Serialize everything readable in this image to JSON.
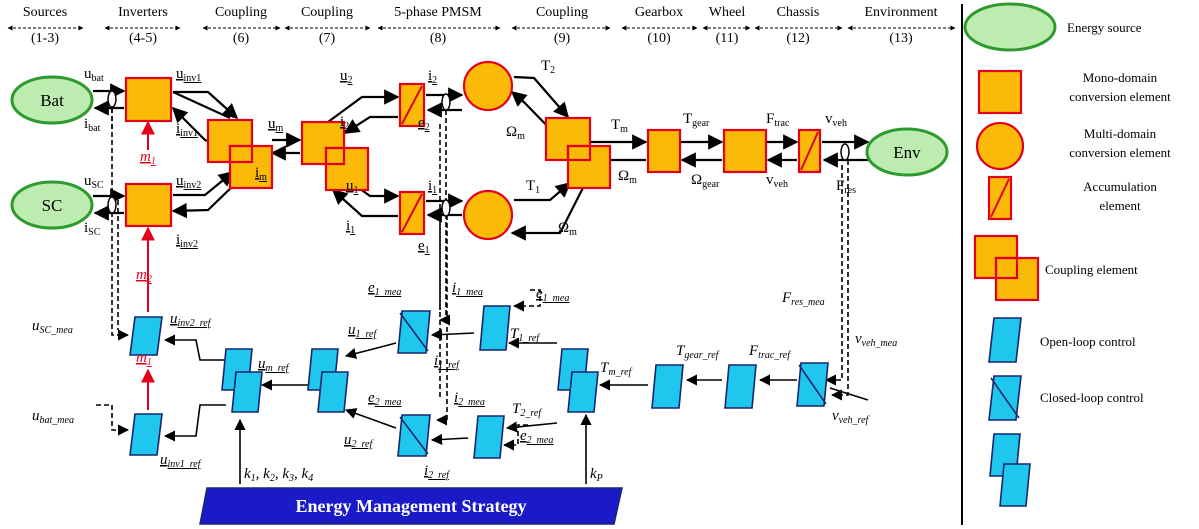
{
  "headers": [
    {
      "name": "Sources",
      "num": "(1-3)"
    },
    {
      "name": "Inverters",
      "num": "(4-5)"
    },
    {
      "name": "Coupling",
      "num": "(6)"
    },
    {
      "name": "Coupling",
      "num": "(7)"
    },
    {
      "name": "5-phase PMSM",
      "num": "(8)"
    },
    {
      "name": "Coupling",
      "num": "(9)"
    },
    {
      "name": "Gearbox",
      "num": "(10)"
    },
    {
      "name": "Wheel",
      "num": "(11)"
    },
    {
      "name": "Chassis",
      "num": "(12)"
    },
    {
      "name": "Environment",
      "num": "(13)"
    }
  ],
  "sources": {
    "bat": "Bat",
    "sc": "SC",
    "env": "Env"
  },
  "ems_label": "Energy Management Strategy",
  "legend": {
    "energy_source": "Energy source",
    "mono_1": "Mono-domain",
    "mono_2": "conversion element",
    "multi_1": "Multi-domain",
    "multi_2": "conversion element",
    "accum_1": "Accumulation",
    "accum_2": "element",
    "coupling": "Coupling element",
    "open_loop": "Open-loop control",
    "closed_loop": "Closed-loop control"
  },
  "labels": {
    "u_bat": "u",
    "u_bat_sub": "bat",
    "i_bat": "i",
    "i_bat_sub": "bat",
    "u_sc": "u",
    "u_sc_sub": "SC",
    "i_sc": "i",
    "i_sc_sub": "SC",
    "u_inv1": "u",
    "u_inv1_sub": "inv1",
    "i_inv1": "i",
    "i_inv1_sub": "inv1",
    "u_inv2": "u",
    "u_inv2_sub": "inv2",
    "i_inv2": "i",
    "i_inv2_sub": "inv2",
    "m1": "m",
    "m1_sub": "1",
    "m2": "m",
    "m2_sub": "2",
    "m1b": "m",
    "m1b_sub": "1",
    "u_m": "u",
    "u_m_sub": "m",
    "i_m": "i",
    "i_m_sub": "m",
    "u_2": "u",
    "u_2_sub": "2",
    "i_2a": "i",
    "i_2a_sub": "2",
    "i_2b": "i",
    "i_2b_sub": "2",
    "e_2": "e",
    "e_2_sub": "2",
    "u_1": "u",
    "u_1_sub": "1",
    "i_1a": "i",
    "i_1a_sub": "1",
    "i_1b": "i",
    "i_1b_sub": "1",
    "e_1": "e",
    "e_1_sub": "1",
    "T_2": "T",
    "T_2_sub": "2",
    "T_1": "T",
    "T_1_sub": "1",
    "Om_a": "Ω",
    "Om_a_sub": "m",
    "Om_b": "Ω",
    "Om_b_sub": "m",
    "Om_c": "Ω",
    "Om_c_sub": "m",
    "T_m": "T",
    "T_m_sub": "m",
    "T_gear": "T",
    "T_gear_sub": "gear",
    "Om_gear": "Ω",
    "Om_gear_sub": "gear",
    "F_trac": "F",
    "F_trac_sub": "trac",
    "v_veh_a": "v",
    "v_veh_a_sub": "veh",
    "v_veh_b": "v",
    "v_veh_b_sub": "veh",
    "F_res": "F",
    "F_res_sub": "res",
    "u_sc_mea": "u",
    "u_sc_mea_sub": "SC_mea",
    "u_bat_mea": "u",
    "u_bat_mea_sub": "bat_mea",
    "u_inv2_ref": "u",
    "u_inv2_ref_sub": "inv2_ref",
    "u_inv1_ref": "u",
    "u_inv1_ref_sub": "inv1_ref",
    "u_m_ref": "u",
    "u_m_ref_sub": "m_ref",
    "e_1_mea": "e",
    "e_1_mea_sub": "1_mea",
    "i_1_mea": "i",
    "i_1_mea_sub": "1_mea",
    "e_1_mea_b": "e",
    "e_1_mea_b_sub": "1_mea",
    "u_1_ref": "u",
    "u_1_ref_sub": "1_ref",
    "T_1_ref": "T",
    "T_1_ref_sub": "1_ref",
    "i_1_ref": "i",
    "i_1_ref_sub": "1_ref",
    "e_2_mea": "e",
    "e_2_mea_sub": "2_mea",
    "i_2_mea": "i",
    "i_2_mea_sub": "2_mea",
    "T_2_ref": "T",
    "T_2_ref_sub": "2_ref",
    "e_2_mea_b": "e",
    "e_2_mea_b_sub": "2_mea",
    "u_2_ref": "u",
    "u_2_ref_sub": "2_ref",
    "i_2_ref": "i",
    "i_2_ref_sub": "2_ref",
    "T_m_ref": "T",
    "T_m_ref_sub": "m_ref",
    "T_gear_ref": "T",
    "T_gear_ref_sub": "gear_ref",
    "F_trac_ref": "F",
    "F_trac_ref_sub": "trac_ref",
    "F_res_mea": "F",
    "F_res_mea_sub": "res_mea",
    "v_veh_mea": "v",
    "v_veh_mea_sub": "veh_mea",
    "v_veh_ref": "v",
    "v_veh_ref_sub": "veh_ref",
    "k_set": "k",
    "k1_sub": "1",
    "k_sep": ", ",
    "k2_sub": "2",
    "k3_sub": "3",
    "k4_sub": "4",
    "k_p": "k",
    "k_p_sub": "P"
  },
  "colors": {
    "orange_fill": "#FBBA08",
    "red_stroke": "#E3001B",
    "green_fill": "#BDECB0",
    "green_stroke": "#2E9A2E",
    "cyan_fill": "#1FC7EF",
    "navy_stroke": "#17266B",
    "ems_fill": "#1A1AC8",
    "red_text": "#E3001B"
  }
}
